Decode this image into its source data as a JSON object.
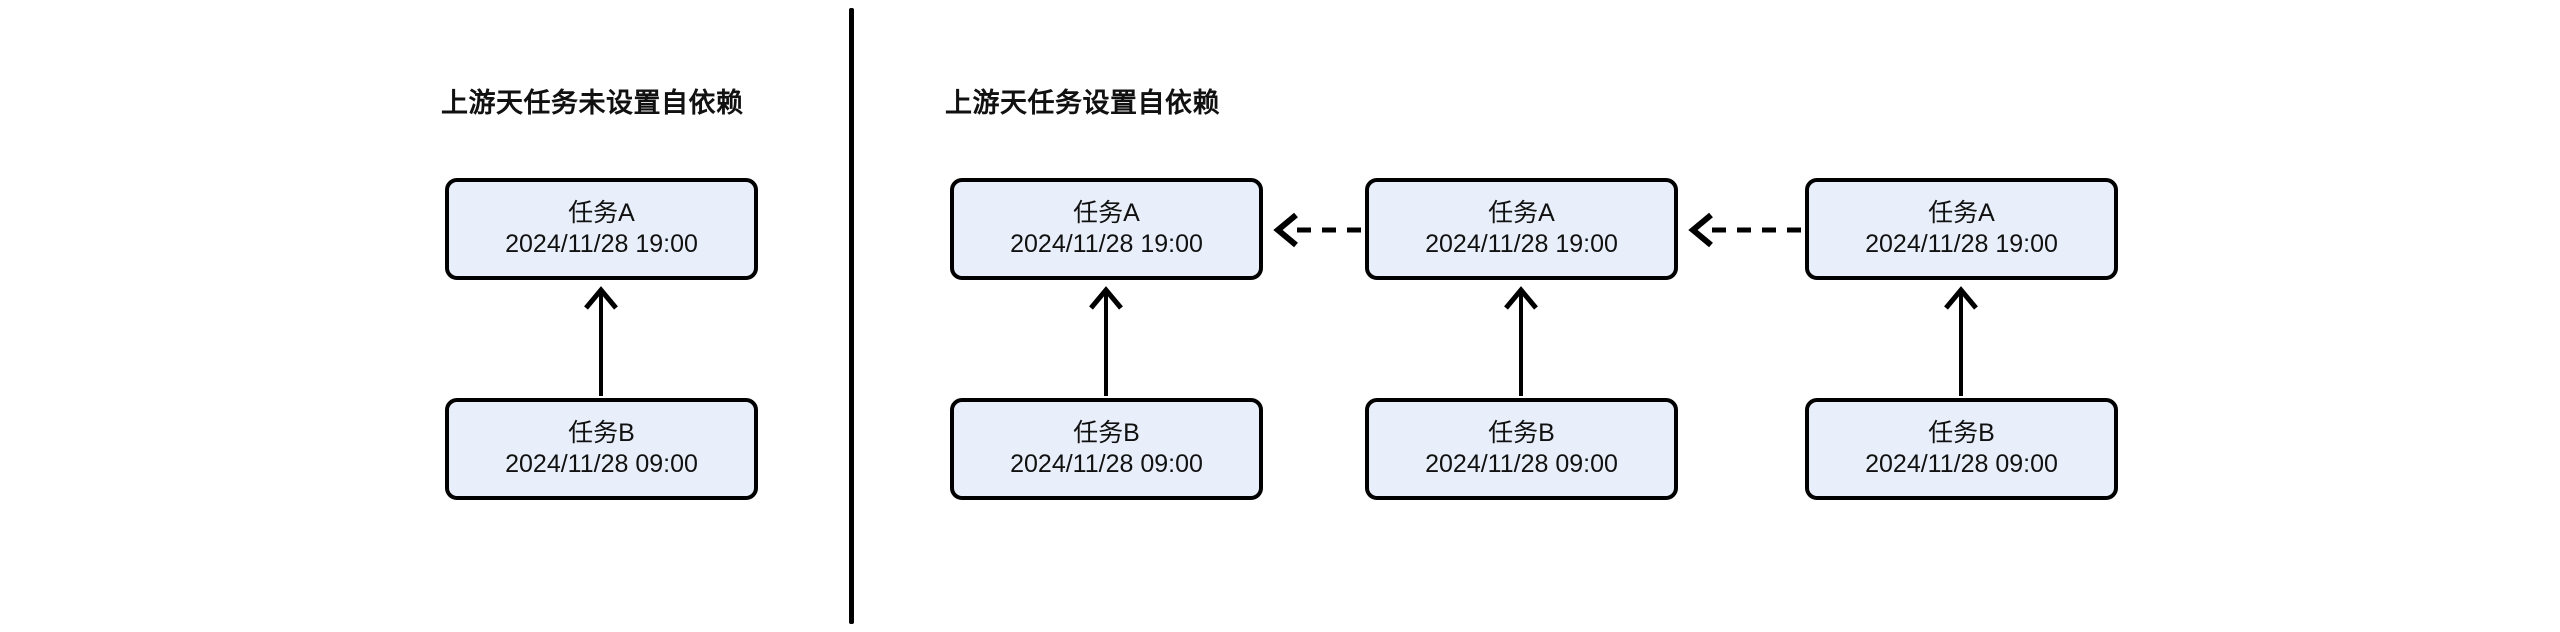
{
  "diagram": {
    "background_color": "#ffffff",
    "node_fill_color": "#e9effa",
    "node_border_color": "#000000",
    "arrow_color": "#000000",
    "divider_color": "#000000"
  },
  "panels": [
    {
      "id": "left",
      "title": "上游天任务未设置自依赖",
      "columns": [
        {
          "upstream": {
            "name": "任务A",
            "time": "2024/11/28 19:00"
          },
          "downstream": {
            "name": "任务B",
            "time": "2024/11/28 09:00"
          }
        }
      ],
      "horizontal_dependencies": []
    },
    {
      "id": "right",
      "title": "上游天任务设置自依赖",
      "columns": [
        {
          "upstream": {
            "name": "任务A",
            "time": "2024/11/28 19:00"
          },
          "downstream": {
            "name": "任务B",
            "time": "2024/11/28 09:00"
          }
        },
        {
          "upstream": {
            "name": "任务A",
            "time": "2024/11/28 19:00"
          },
          "downstream": {
            "name": "任务B",
            "time": "2024/11/28 09:00"
          }
        },
        {
          "upstream": {
            "name": "任务A",
            "time": "2024/11/28 19:00"
          },
          "downstream": {
            "name": "任务B",
            "time": "2024/11/28 09:00"
          }
        }
      ],
      "horizontal_dependencies": [
        {
          "from_column": 1,
          "to_column": 0,
          "style": "dashed",
          "direction": "left"
        },
        {
          "from_column": 2,
          "to_column": 1,
          "style": "dashed",
          "direction": "left"
        }
      ]
    }
  ],
  "icons": {
    "solid_up_arrow": "solid-up-arrow-icon",
    "dashed_left_arrow": "dashed-left-arrow-icon",
    "panel-divider": "vertical-divider"
  }
}
